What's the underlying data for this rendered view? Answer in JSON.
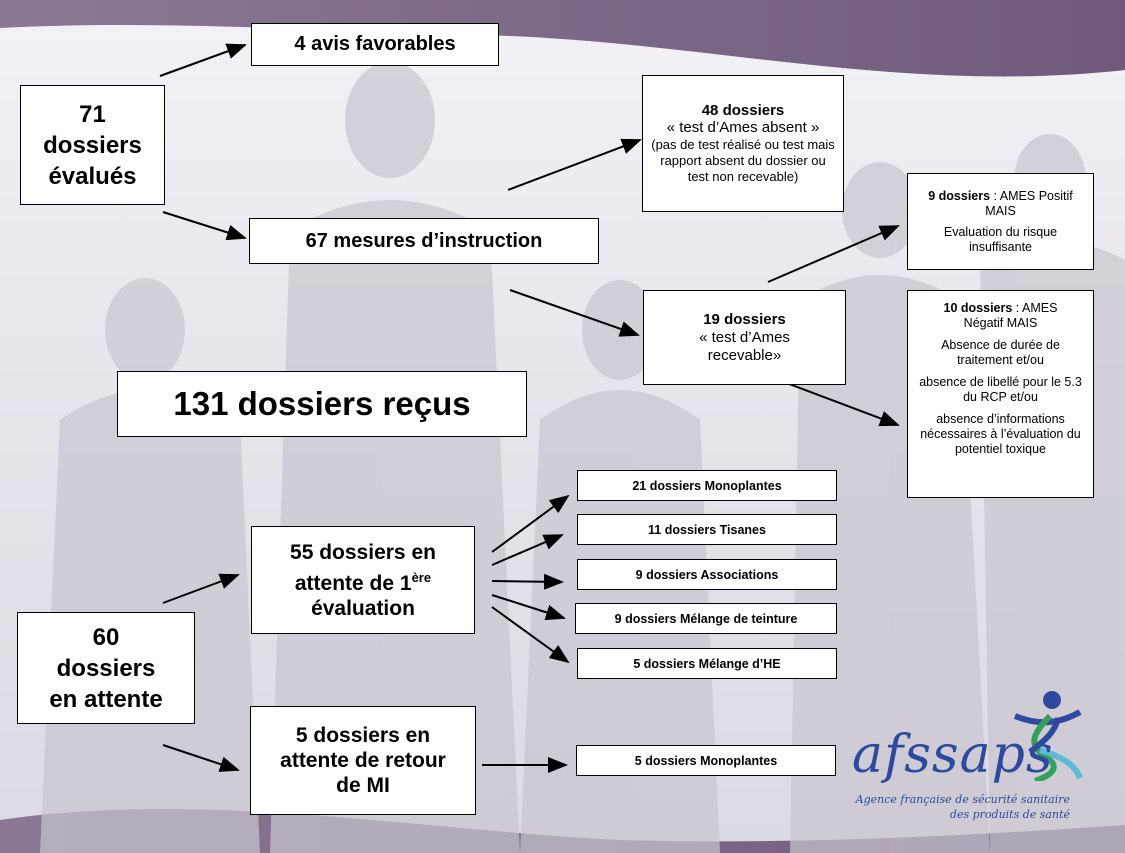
{
  "boxes": {
    "avis_favorables": "4 avis favorables",
    "evalues": {
      "line1": "71",
      "line2": "dossiers",
      "line3": "évalués"
    },
    "d48": {
      "title": "48 dossiers",
      "subtitle": "« test d’Ames absent »",
      "detail": "(pas de test réalisé ou test mais rapport absent du dossier ou test non recevable)"
    },
    "mesures": "67 mesures d’instruction",
    "d9": {
      "bold": "9 dossiers",
      "rest": " : AMES Positif",
      "line2": "MAIS",
      "line3": "Evaluation du risque insuffisante"
    },
    "d19": {
      "title": "19 dossiers",
      "line2": "« test d’Ames",
      "line3": "recevable»"
    },
    "d10": {
      "bold": "10 dossiers",
      "rest": " : AMES",
      "line2": "Négatif MAIS",
      "p1": "Absence de durée de traitement et/ou",
      "p2": "absence de libellé pour le 5.3 du RCP et/ou",
      "p3": "absence d’informations nécessaires à l’évaluation du potentiel toxique"
    },
    "recus": "131 dossiers reçus",
    "d55": {
      "line1": "55 dossiers en",
      "line2": "attente de 1",
      "sup": "ère",
      "line3": "évaluation"
    },
    "attente": {
      "line1": "60",
      "line2": "dossiers",
      "line3": "en attente"
    },
    "d5": {
      "line1": "5 dossiers en",
      "line2": "attente de retour",
      "line3": "de MI"
    }
  },
  "lists": {
    "l1": "21 dossiers Monoplantes",
    "l2": "11 dossiers Tisanes",
    "l3": "9 dossiers Associations",
    "l4": "9 dossiers Mélange de teinture",
    "l5": "5 dossiers Mélange d’HE",
    "l6": "5 dossiers Monoplantes"
  },
  "logo": {
    "wordmark": "afssaps",
    "tagline1": "Agence française de sécurité sanitaire",
    "tagline2": "des produits de santé"
  },
  "colors": {
    "band": "#7d6889",
    "logo_blue": "#2e4a9e",
    "logo_green": "#34a05a",
    "logo_cyan": "#5fb8d8"
  }
}
